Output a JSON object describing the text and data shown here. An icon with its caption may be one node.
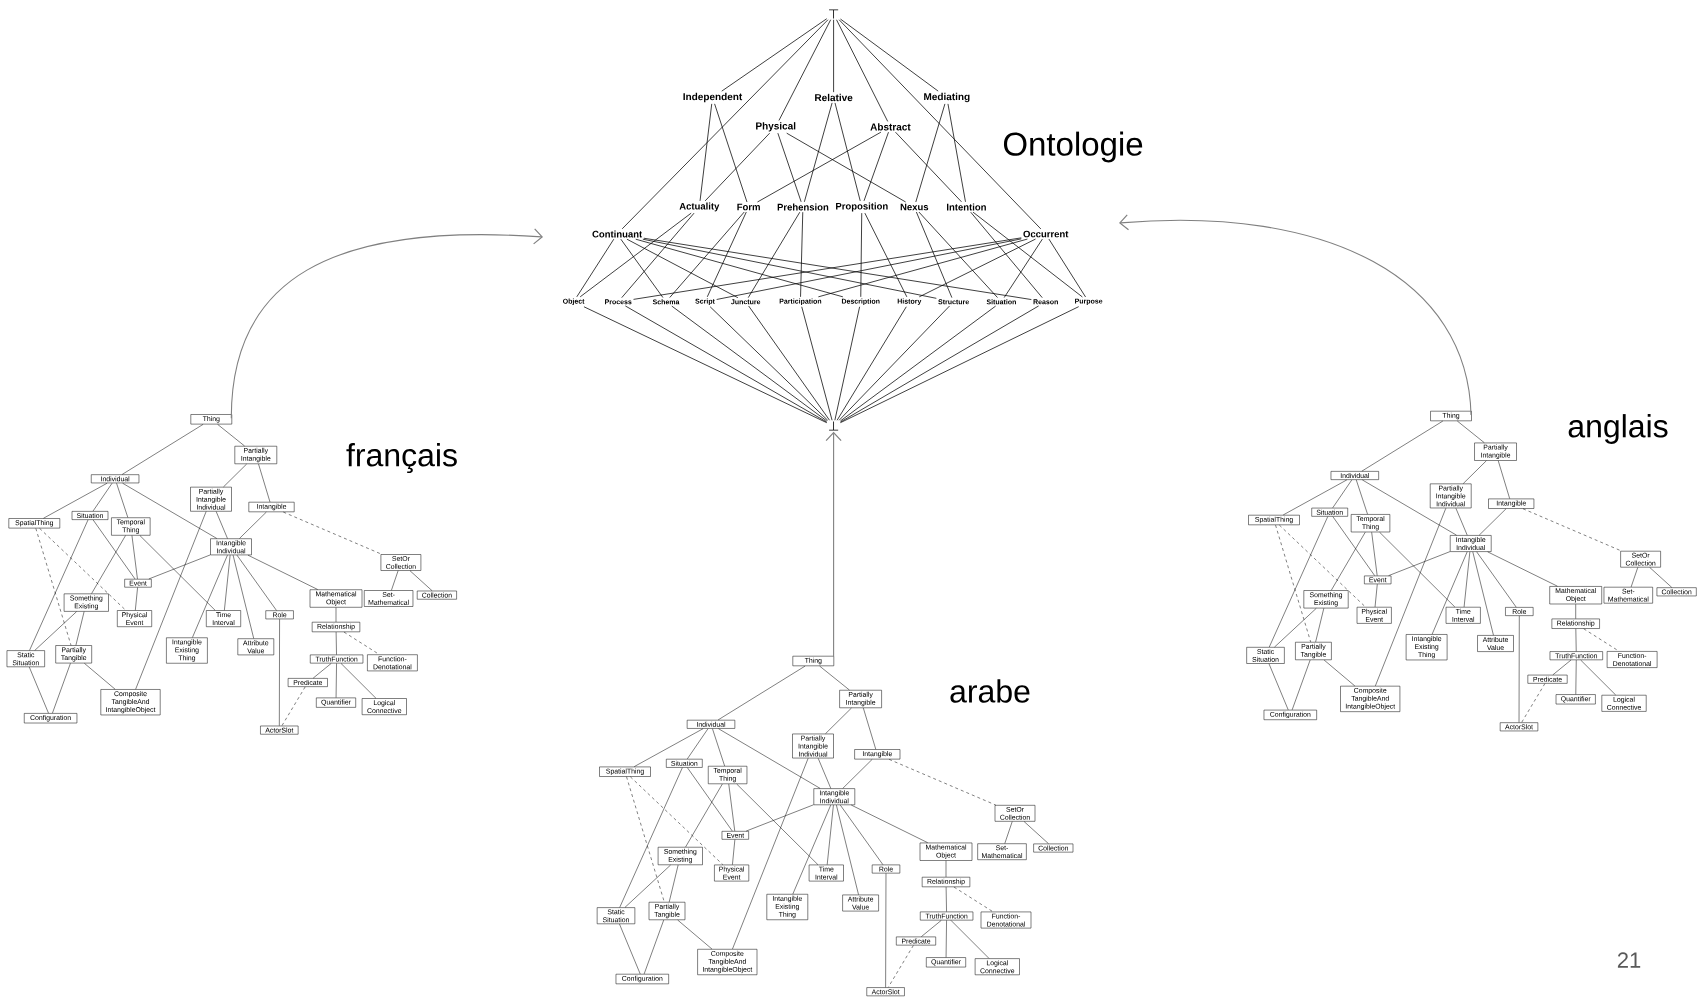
{
  "diagram": {
    "nodes": [
      {
        "text": [
          "⊤"
        ]
      },
      {
        "text": [
          "Independent"
        ]
      },
      {
        "text": [
          "Relative"
        ]
      },
      {
        "text": [
          "Mediating"
        ]
      },
      {
        "text": [
          "Physical"
        ]
      },
      {
        "text": [
          "Abstract"
        ]
      },
      {
        "text": [
          "Actuality"
        ]
      },
      {
        "text": [
          "Form"
        ]
      },
      {
        "text": [
          "Prehension"
        ]
      },
      {
        "text": [
          "Proposition"
        ]
      },
      {
        "text": [
          "Nexus"
        ]
      },
      {
        "text": [
          "Intention"
        ]
      },
      {
        "text": [
          "Continuant"
        ]
      },
      {
        "text": [
          "Occurrent"
        ]
      },
      {
        "text": [
          "Object"
        ]
      },
      {
        "text": [
          "Process"
        ]
      },
      {
        "text": [
          "Schema"
        ]
      },
      {
        "text": [
          "Script"
        ]
      },
      {
        "text": [
          "Juncture"
        ]
      },
      {
        "text": [
          "Participation"
        ]
      },
      {
        "text": [
          "Description"
        ]
      },
      {
        "text": [
          "History"
        ]
      },
      {
        "text": [
          "Structure"
        ]
      },
      {
        "text": [
          "Situation"
        ]
      },
      {
        "text": [
          "Reason"
        ]
      },
      {
        "text": [
          "Purpose"
        ]
      },
      {
        "text": [
          "⊥"
        ]
      },
      {
        "text": [
          "Thing"
        ]
      },
      {
        "text": [
          "Partially Intangible"
        ]
      },
      {
        "text": [
          "Individual"
        ]
      },
      {
        "text": [
          "Partially Intangible Individual"
        ]
      },
      {
        "text": [
          "Intangible"
        ]
      },
      {
        "text": [
          "SpatialThing"
        ]
      },
      {
        "text": [
          "Situation"
        ]
      },
      {
        "text": [
          "Temporal Thing"
        ]
      },
      {
        "text": [
          "Intangible Individual"
        ]
      },
      {
        "text": [
          "SetOr Collection"
        ]
      },
      {
        "text": [
          "Event"
        ]
      },
      {
        "text": [
          "Something Existing"
        ]
      },
      {
        "text": [
          "Physical Event"
        ]
      },
      {
        "text": [
          "Time Interval"
        ]
      },
      {
        "text": [
          "Role"
        ]
      },
      {
        "text": [
          "Mathematical Object"
        ]
      },
      {
        "text": [
          "Set-Mathematical"
        ]
      },
      {
        "text": [
          "Collection"
        ]
      },
      {
        "text": [
          "Static Situation"
        ]
      },
      {
        "text": [
          "Partially Tangible"
        ]
      },
      {
        "text": [
          "Intangible Existing Thing"
        ]
      },
      {
        "text": [
          "Attribute Value"
        ]
      },
      {
        "text": [
          "Relationship"
        ]
      },
      {
        "text": [
          "TruthFunction"
        ]
      },
      {
        "text": [
          "Function-Denotational"
        ]
      },
      {
        "text": [
          "Predicate"
        ]
      },
      {
        "text": [
          "Composite TangibleAnd IntangibleObject"
        ]
      },
      {
        "text": [
          "Quantifier"
        ]
      },
      {
        "text": [
          "Logical Connective"
        ]
      },
      {
        "text": [
          "Configuration"
        ]
      },
      {
        "text": [
          "ActorSlot"
        ]
      },
      {
        "text": [
          "Thing"
        ]
      },
      {
        "text": [
          "Partially Intangible"
        ]
      },
      {
        "text": [
          "Individual"
        ]
      },
      {
        "text": [
          "Partially Intangible Individual"
        ]
      },
      {
        "text": [
          "Intangible"
        ]
      },
      {
        "text": [
          "SpatialThing"
        ]
      },
      {
        "text": [
          "Situation"
        ]
      },
      {
        "text": [
          "Temporal Thing"
        ]
      },
      {
        "text": [
          "Intangible Individual"
        ]
      },
      {
        "text": [
          "SetOr Collection"
        ]
      },
      {
        "text": [
          "Event"
        ]
      },
      {
        "text": [
          "Something Existing"
        ]
      },
      {
        "text": [
          "Physical Event"
        ]
      },
      {
        "text": [
          "Time Interval"
        ]
      },
      {
        "text": [
          "Role"
        ]
      },
      {
        "text": [
          "Mathematical Object"
        ]
      },
      {
        "text": [
          "Set-Mathematical"
        ]
      },
      {
        "text": [
          "Collection"
        ]
      },
      {
        "text": [
          "Static Situation"
        ]
      },
      {
        "text": [
          "Partially Tangible"
        ]
      },
      {
        "text": [
          "Intangible Existing Thing"
        ]
      },
      {
        "text": [
          "Attribute Value"
        ]
      },
      {
        "text": [
          "Relationship"
        ]
      },
      {
        "text": [
          "TruthFunction"
        ]
      },
      {
        "text": [
          "Function-Denotational"
        ]
      },
      {
        "text": [
          "Predicate"
        ]
      },
      {
        "text": [
          "Composite TangibleAnd IntangibleObject"
        ]
      },
      {
        "text": [
          "Quantifier"
        ]
      },
      {
        "text": [
          "Logical Connective"
        ]
      },
      {
        "text": [
          "Configuration"
        ]
      },
      {
        "text": [
          "ActorSlot"
        ]
      },
      {
        "text": [
          "Thing"
        ]
      },
      {
        "text": [
          "Partially Intangible"
        ]
      },
      {
        "text": [
          "Individual"
        ]
      },
      {
        "text": [
          "Partially Intangible Individual"
        ]
      },
      {
        "text": [
          "Intangible"
        ]
      },
      {
        "text": [
          "SpatialThing"
        ]
      },
      {
        "text": [
          "Situation"
        ]
      },
      {
        "text": [
          "Temporal Thing"
        ]
      },
      {
        "text": [
          "Intangible Individual"
        ]
      },
      {
        "text": [
          "SetOr Collection"
        ]
      },
      {
        "text": [
          "Event"
        ]
      },
      {
        "text": [
          "Something Existing"
        ]
      },
      {
        "text": [
          "Physical Event"
        ]
      },
      {
        "text": [
          "Time Interval"
        ]
      },
      {
        "text": [
          "Role"
        ]
      },
      {
        "text": [
          "Mathematical Object"
        ]
      },
      {
        "text": [
          "Set-Mathematical"
        ]
      },
      {
        "text": [
          "Collection"
        ]
      },
      {
        "text": [
          "Static Situation"
        ]
      },
      {
        "text": [
          "Partially Tangible"
        ]
      },
      {
        "text": [
          "Intangible Existing Thing"
        ]
      },
      {
        "text": [
          "Attribute Value"
        ]
      },
      {
        "text": [
          "Relationship"
        ]
      },
      {
        "text": [
          "TruthFunction"
        ]
      },
      {
        "text": [
          "Function-Denotational"
        ]
      },
      {
        "text": [
          "Predicate"
        ]
      },
      {
        "text": [
          "Composite TangibleAnd IntangibleObject"
        ]
      },
      {
        "text": [
          "Quantifier"
        ]
      },
      {
        "text": [
          "Logical Connective"
        ]
      },
      {
        "text": [
          "Configuration"
        ]
      },
      {
        "text": [
          "ActorSlot"
        ]
      }
    ],
    "edges": [
      {
        "from": 0,
        "to": 1,
        "arrow": "none"
      },
      {
        "from": 0,
        "to": 2,
        "arrow": "none"
      },
      {
        "from": 0,
        "to": 3,
        "arrow": "none"
      },
      {
        "from": 0,
        "to": 4,
        "arrow": "none"
      },
      {
        "from": 0,
        "to": 5,
        "arrow": "none"
      },
      {
        "from": 0,
        "to": 12,
        "arrow": "none"
      },
      {
        "from": 0,
        "to": 13,
        "arrow": "none"
      },
      {
        "from": 1,
        "to": 6,
        "arrow": "none"
      },
      {
        "from": 1,
        "to": 7,
        "arrow": "none"
      },
      {
        "from": 2,
        "to": 8,
        "arrow": "none"
      },
      {
        "from": 2,
        "to": 9,
        "arrow": "none"
      },
      {
        "from": 3,
        "to": 10,
        "arrow": "none"
      },
      {
        "from": 3,
        "to": 11,
        "arrow": "none"
      },
      {
        "from": 4,
        "to": 6,
        "arrow": "none"
      },
      {
        "from": 4,
        "to": 8,
        "arrow": "none"
      },
      {
        "from": 4,
        "to": 10,
        "arrow": "none"
      },
      {
        "from": 5,
        "to": 7,
        "arrow": "none"
      },
      {
        "from": 5,
        "to": 9,
        "arrow": "none"
      },
      {
        "from": 5,
        "to": 11,
        "arrow": "none"
      },
      {
        "from": 6,
        "to": 14,
        "arrow": "none"
      },
      {
        "from": 12,
        "to": 14,
        "arrow": "none"
      },
      {
        "from": 14,
        "to": 26,
        "arrow": "none"
      },
      {
        "from": 6,
        "to": 15,
        "arrow": "none"
      },
      {
        "from": 13,
        "to": 15,
        "arrow": "none"
      },
      {
        "from": 15,
        "to": 26,
        "arrow": "none"
      },
      {
        "from": 7,
        "to": 16,
        "arrow": "none"
      },
      {
        "from": 12,
        "to": 16,
        "arrow": "none"
      },
      {
        "from": 16,
        "to": 26,
        "arrow": "none"
      },
      {
        "from": 7,
        "to": 17,
        "arrow": "none"
      },
      {
        "from": 13,
        "to": 17,
        "arrow": "none"
      },
      {
        "from": 17,
        "to": 26,
        "arrow": "none"
      },
      {
        "from": 8,
        "to": 18,
        "arrow": "none"
      },
      {
        "from": 12,
        "to": 18,
        "arrow": "none"
      },
      {
        "from": 18,
        "to": 26,
        "arrow": "none"
      },
      {
        "from": 8,
        "to": 19,
        "arrow": "none"
      },
      {
        "from": 13,
        "to": 19,
        "arrow": "none"
      },
      {
        "from": 19,
        "to": 26,
        "arrow": "none"
      },
      {
        "from": 9,
        "to": 20,
        "arrow": "none"
      },
      {
        "from": 12,
        "to": 20,
        "arrow": "none"
      },
      {
        "from": 20,
        "to": 26,
        "arrow": "none"
      },
      {
        "from": 9,
        "to": 21,
        "arrow": "none"
      },
      {
        "from": 13,
        "to": 21,
        "arrow": "none"
      },
      {
        "from": 21,
        "to": 26,
        "arrow": "none"
      },
      {
        "from": 10,
        "to": 22,
        "arrow": "none"
      },
      {
        "from": 12,
        "to": 22,
        "arrow": "none"
      },
      {
        "from": 22,
        "to": 26,
        "arrow": "none"
      },
      {
        "from": 10,
        "to": 23,
        "arrow": "none"
      },
      {
        "from": 13,
        "to": 23,
        "arrow": "none"
      },
      {
        "from": 23,
        "to": 26,
        "arrow": "none"
      },
      {
        "from": 11,
        "to": 24,
        "arrow": "none"
      },
      {
        "from": 12,
        "to": 24,
        "arrow": "none"
      },
      {
        "from": 24,
        "to": 26,
        "arrow": "none"
      },
      {
        "from": 11,
        "to": 25,
        "arrow": "none"
      },
      {
        "from": 13,
        "to": 25,
        "arrow": "none"
      },
      {
        "from": 25,
        "to": 26,
        "arrow": "none"
      },
      {
        "from": 27,
        "to": 28,
        "arrow": "none"
      },
      {
        "from": 27,
        "to": 29,
        "arrow": "none"
      },
      {
        "from": 28,
        "to": 30,
        "arrow": "none"
      },
      {
        "from": 28,
        "to": 31,
        "arrow": "none"
      },
      {
        "from": 29,
        "to": 32,
        "arrow": "none"
      },
      {
        "from": 29,
        "to": 33,
        "arrow": "none"
      },
      {
        "from": 29,
        "to": 34,
        "arrow": "none"
      },
      {
        "from": 29,
        "to": 35,
        "arrow": "none"
      },
      {
        "from": 30,
        "to": 35,
        "arrow": "none"
      },
      {
        "from": 31,
        "to": 35,
        "arrow": "none"
      },
      {
        "from": 31,
        "to": 36,
        "arrow": "none",
        "style": "dashed"
      },
      {
        "from": 30,
        "to": 53,
        "arrow": "none"
      },
      {
        "from": 32,
        "to": 39,
        "arrow": "none",
        "style": "dashed"
      },
      {
        "from": 32,
        "to": 46,
        "arrow": "none",
        "style": "dashed"
      },
      {
        "from": 33,
        "to": 37,
        "arrow": "none"
      },
      {
        "from": 33,
        "to": 45,
        "arrow": "none"
      },
      {
        "from": 34,
        "to": 37,
        "arrow": "none"
      },
      {
        "from": 34,
        "to": 38,
        "arrow": "none"
      },
      {
        "from": 34,
        "to": 40,
        "arrow": "none"
      },
      {
        "from": 35,
        "to": 37,
        "arrow": "none"
      },
      {
        "from": 35,
        "to": 47,
        "arrow": "none"
      },
      {
        "from": 35,
        "to": 40,
        "arrow": "none"
      },
      {
        "from": 35,
        "to": 48,
        "arrow": "none"
      },
      {
        "from": 35,
        "to": 41,
        "arrow": "none"
      },
      {
        "from": 35,
        "to": 42,
        "arrow": "none"
      },
      {
        "from": 37,
        "to": 39,
        "arrow": "none"
      },
      {
        "from": 36,
        "to": 43,
        "arrow": "none"
      },
      {
        "from": 36,
        "to": 44,
        "arrow": "none"
      },
      {
        "from": 38,
        "to": 45,
        "arrow": "none"
      },
      {
        "from": 38,
        "to": 46,
        "arrow": "none"
      },
      {
        "from": 42,
        "to": 49,
        "arrow": "none"
      },
      {
        "from": 49,
        "to": 50,
        "arrow": "none"
      },
      {
        "from": 49,
        "to": 51,
        "arrow": "none",
        "style": "dashed"
      },
      {
        "from": 50,
        "to": 52,
        "arrow": "none"
      },
      {
        "from": 50,
        "to": 54,
        "arrow": "none"
      },
      {
        "from": 50,
        "to": 55,
        "arrow": "none"
      },
      {
        "from": 41,
        "to": 57,
        "arrow": "none"
      },
      {
        "from": 52,
        "to": 57,
        "arrow": "none",
        "style": "dashed"
      },
      {
        "from": 45,
        "to": 56,
        "arrow": "none"
      },
      {
        "from": 46,
        "to": 56,
        "arrow": "none"
      },
      {
        "from": 46,
        "to": 53,
        "arrow": "none"
      },
      {
        "from": 58,
        "to": 59,
        "arrow": "none"
      },
      {
        "from": 58,
        "to": 60,
        "arrow": "none"
      },
      {
        "from": 59,
        "to": 61,
        "arrow": "none"
      },
      {
        "from": 59,
        "to": 62,
        "arrow": "none"
      },
      {
        "from": 60,
        "to": 63,
        "arrow": "none"
      },
      {
        "from": 60,
        "to": 64,
        "arrow": "none"
      },
      {
        "from": 60,
        "to": 65,
        "arrow": "none"
      },
      {
        "from": 60,
        "to": 66,
        "arrow": "none"
      },
      {
        "from": 61,
        "to": 66,
        "arrow": "none"
      },
      {
        "from": 62,
        "to": 66,
        "arrow": "none"
      },
      {
        "from": 62,
        "to": 67,
        "arrow": "none",
        "style": "dashed"
      },
      {
        "from": 61,
        "to": 84,
        "arrow": "none"
      },
      {
        "from": 63,
        "to": 70,
        "arrow": "none",
        "style": "dashed"
      },
      {
        "from": 63,
        "to": 77,
        "arrow": "none",
        "style": "dashed"
      },
      {
        "from": 64,
        "to": 68,
        "arrow": "none"
      },
      {
        "from": 64,
        "to": 76,
        "arrow": "none"
      },
      {
        "from": 65,
        "to": 68,
        "arrow": "none"
      },
      {
        "from": 65,
        "to": 69,
        "arrow": "none"
      },
      {
        "from": 65,
        "to": 71,
        "arrow": "none"
      },
      {
        "from": 66,
        "to": 68,
        "arrow": "none"
      },
      {
        "from": 66,
        "to": 78,
        "arrow": "none"
      },
      {
        "from": 66,
        "to": 71,
        "arrow": "none"
      },
      {
        "from": 66,
        "to": 79,
        "arrow": "none"
      },
      {
        "from": 66,
        "to": 72,
        "arrow": "none"
      },
      {
        "from": 66,
        "to": 73,
        "arrow": "none"
      },
      {
        "from": 68,
        "to": 70,
        "arrow": "none"
      },
      {
        "from": 67,
        "to": 74,
        "arrow": "none"
      },
      {
        "from": 67,
        "to": 75,
        "arrow": "none"
      },
      {
        "from": 69,
        "to": 76,
        "arrow": "none"
      },
      {
        "from": 69,
        "to": 77,
        "arrow": "none"
      },
      {
        "from": 73,
        "to": 80,
        "arrow": "none"
      },
      {
        "from": 80,
        "to": 81,
        "arrow": "none"
      },
      {
        "from": 80,
        "to": 82,
        "arrow": "none",
        "style": "dashed"
      },
      {
        "from": 81,
        "to": 83,
        "arrow": "none"
      },
      {
        "from": 81,
        "to": 85,
        "arrow": "none"
      },
      {
        "from": 81,
        "to": 86,
        "arrow": "none"
      },
      {
        "from": 72,
        "to": 88,
        "arrow": "none"
      },
      {
        "from": 83,
        "to": 88,
        "arrow": "none",
        "style": "dashed"
      },
      {
        "from": 76,
        "to": 87,
        "arrow": "none"
      },
      {
        "from": 77,
        "to": 87,
        "arrow": "none"
      },
      {
        "from": 77,
        "to": 84,
        "arrow": "none"
      },
      {
        "from": 89,
        "to": 90,
        "arrow": "none"
      },
      {
        "from": 89,
        "to": 91,
        "arrow": "none"
      },
      {
        "from": 90,
        "to": 92,
        "arrow": "none"
      },
      {
        "from": 90,
        "to": 93,
        "arrow": "none"
      },
      {
        "from": 91,
        "to": 94,
        "arrow": "none"
      },
      {
        "from": 91,
        "to": 95,
        "arrow": "none"
      },
      {
        "from": 91,
        "to": 96,
        "arrow": "none"
      },
      {
        "from": 91,
        "to": 97,
        "arrow": "none"
      },
      {
        "from": 92,
        "to": 97,
        "arrow": "none"
      },
      {
        "from": 93,
        "to": 97,
        "arrow": "none"
      },
      {
        "from": 93,
        "to": 98,
        "arrow": "none",
        "style": "dashed"
      },
      {
        "from": 92,
        "to": 115,
        "arrow": "none"
      },
      {
        "from": 94,
        "to": 101,
        "arrow": "none",
        "style": "dashed"
      },
      {
        "from": 94,
        "to": 108,
        "arrow": "none",
        "style": "dashed"
      },
      {
        "from": 95,
        "to": 99,
        "arrow": "none"
      },
      {
        "from": 95,
        "to": 107,
        "arrow": "none"
      },
      {
        "from": 96,
        "to": 99,
        "arrow": "none"
      },
      {
        "from": 96,
        "to": 100,
        "arrow": "none"
      },
      {
        "from": 96,
        "to": 102,
        "arrow": "none"
      },
      {
        "from": 97,
        "to": 99,
        "arrow": "none"
      },
      {
        "from": 97,
        "to": 109,
        "arrow": "none"
      },
      {
        "from": 97,
        "to": 102,
        "arrow": "none"
      },
      {
        "from": 97,
        "to": 110,
        "arrow": "none"
      },
      {
        "from": 97,
        "to": 103,
        "arrow": "none"
      },
      {
        "from": 97,
        "to": 104,
        "arrow": "none"
      },
      {
        "from": 99,
        "to": 101,
        "arrow": "none"
      },
      {
        "from": 98,
        "to": 105,
        "arrow": "none"
      },
      {
        "from": 98,
        "to": 106,
        "arrow": "none"
      },
      {
        "from": 100,
        "to": 107,
        "arrow": "none"
      },
      {
        "from": 100,
        "to": 108,
        "arrow": "none"
      },
      {
        "from": 104,
        "to": 111,
        "arrow": "none"
      },
      {
        "from": 111,
        "to": 112,
        "arrow": "none"
      },
      {
        "from": 111,
        "to": 113,
        "arrow": "none",
        "style": "dashed"
      },
      {
        "from": 112,
        "to": 114,
        "arrow": "none"
      },
      {
        "from": 112,
        "to": 116,
        "arrow": "none"
      },
      {
        "from": 112,
        "to": 117,
        "arrow": "none"
      },
      {
        "from": 103,
        "to": 119,
        "arrow": "none"
      },
      {
        "from": 114,
        "to": 119,
        "arrow": "none",
        "style": "dashed"
      },
      {
        "from": 107,
        "to": 118,
        "arrow": "none"
      },
      {
        "from": 108,
        "to": 118,
        "arrow": "none"
      },
      {
        "from": 108,
        "to": 115,
        "arrow": "none"
      },
      {
        "from": 27,
        "to": null,
        "arrow": "to",
        "color": "#808080"
      },
      {
        "from": 58,
        "to": 26,
        "arrow": "to",
        "color": "#808080"
      },
      {
        "from": 89,
        "to": null,
        "arrow": "to",
        "color": "#808080"
      }
    ],
    "labels": [
      "Ontologie",
      "français",
      "arabe",
      "anglais",
      "21"
    ]
  }
}
